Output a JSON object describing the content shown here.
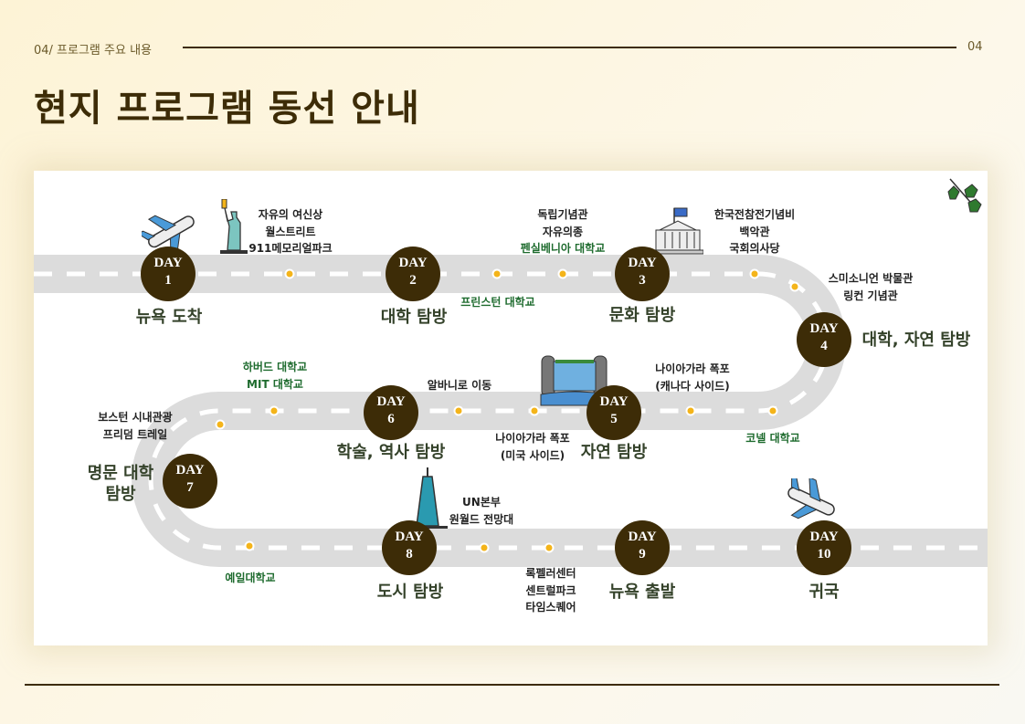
{
  "header": {
    "breadcrumb": "04/ 프로그램 주요 내용",
    "page_number": "04",
    "title": "현지 프로그램 동선 안내"
  },
  "days": [
    {
      "day": "DAY",
      "num": "1",
      "title": "뉴욕 도착"
    },
    {
      "day": "DAY",
      "num": "2",
      "title": "대학 탐방"
    },
    {
      "day": "DAY",
      "num": "3",
      "title": "문화 탐방"
    },
    {
      "day": "DAY",
      "num": "4",
      "title": "대학, 자연 탐방"
    },
    {
      "day": "DAY",
      "num": "5",
      "title": "자연 탐방"
    },
    {
      "day": "DAY",
      "num": "6",
      "title": "학술, 역사 탐방"
    },
    {
      "day": "DAY",
      "num": "7",
      "title": "명문 대학 탐방"
    },
    {
      "day": "DAY",
      "num": "8",
      "title": "도시 탐방"
    },
    {
      "day": "DAY",
      "num": "9",
      "title": "뉴욕 출발"
    },
    {
      "day": "DAY",
      "num": "10",
      "title": "귀국"
    }
  ],
  "spots": {
    "d1": [
      "자유의 여신상",
      "월스트리트",
      "911메모리얼파크"
    ],
    "d2_univ": "프린스턴 대학교",
    "d3_before": [
      "독립기념관",
      "자유의종"
    ],
    "d3_univ": "펜실베니아 대학교",
    "d3_after": [
      "한국전참전기념비",
      "백악관",
      "국회의사당"
    ],
    "d4": [
      "스미소니언 박물관",
      "링컨 기념관"
    ],
    "d4_univ": "코넬 대학교",
    "d5_canada": [
      "나이아가라 폭포",
      "(캐나다 사이드)"
    ],
    "d5_us": [
      "나이아가라 폭포",
      "(미국 사이드)"
    ],
    "d6_move": "알바니로 이동",
    "d6_univ": [
      "하버드 대학교",
      "MIT 대학교"
    ],
    "d7": [
      "보스턴 시내관광",
      "프리덤 트레일"
    ],
    "d7_univ": "예일대학교",
    "d8": [
      "UN본부",
      "원월드 전망대"
    ],
    "d9": [
      "록펠러센터",
      "센트럴파크",
      "타임스퀘어"
    ]
  },
  "colors": {
    "accent": "#3d2c07",
    "road": "#dcdcdc",
    "dot": "#f4b41a",
    "univ": "#1e6b2e"
  }
}
